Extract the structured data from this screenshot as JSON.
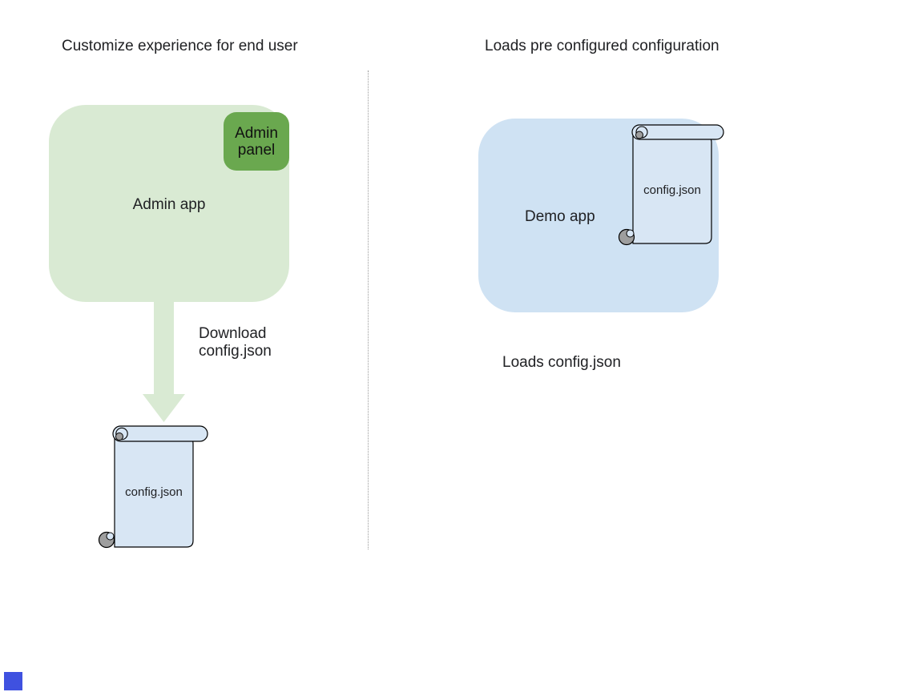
{
  "left_section": {
    "title": "Customize experience for end user",
    "admin_app_label": "Admin app",
    "admin_panel_label_line1": "Admin",
    "admin_panel_label_line2": "panel",
    "download_caption_line1": "Download",
    "download_caption_line2": "config.json",
    "config_file_label": "config.json"
  },
  "right_section": {
    "title": "Loads pre configured configuration",
    "demo_app_label": "Demo app",
    "config_file_label": "config.json",
    "loads_caption": "Loads config.json"
  },
  "colors": {
    "admin_app_fill": "#d9ead3",
    "admin_panel_fill": "#6aa84f",
    "arrow_fill": "#d9ead3",
    "demo_app_fill": "#cfe2f3",
    "scroll_fill": "#d8e6f4",
    "scroll_curl_fill": "#9e9e9e",
    "shape_outline": "#000000",
    "divider_color": "#9a9a9a",
    "corner_square_fill": "#3f51e0",
    "text_color": "#202124"
  }
}
